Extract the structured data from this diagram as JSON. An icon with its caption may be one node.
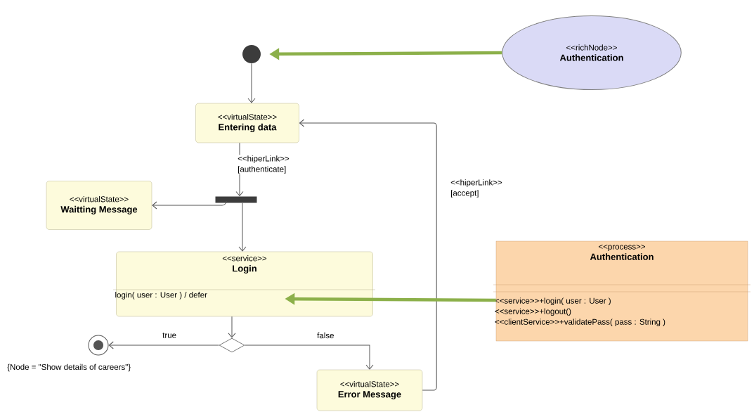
{
  "diagram": {
    "nodes": [
      {
        "text": [
          "<<richNode>>",
          "Authentication"
        ]
      },
      {
        "text": [],
        "shape": "circle"
      },
      {
        "text": [
          "<<virtualState>>",
          "Entering data"
        ]
      },
      {
        "text": [],
        "shape": "bar"
      },
      {
        "text": [
          "<<virtualState>>",
          "Waitting Message"
        ]
      },
      {
        "text": [
          "<<service>>",
          "Login",
          "login( user : User ) / defer"
        ]
      },
      {
        "text": [],
        "shape": "diamond"
      },
      {
        "text": [],
        "shape": "circle",
        "beside": [
          "{Node = \"Show details of careers\"}"
        ]
      },
      {
        "text": [
          "<<virtualState>>",
          "Error Message"
        ]
      },
      {
        "text": [
          "<<process>>",
          "Authentication",
          "<<service>>+login( user : User )",
          "<<service>>+logout()",
          "<<clientService>>+validatePass( pass : String )"
        ]
      }
    ],
    "edges": [
      {
        "from": 0,
        "to": 1,
        "arrow": "to",
        "style": "thick",
        "color": "#8cb04a"
      },
      {
        "from": 1,
        "to": 2,
        "arrow": "to"
      },
      {
        "from": 2,
        "to": 3,
        "arrow": "to",
        "label": "<<hiperLink>> [authenticate]"
      },
      {
        "from": 3,
        "to": 4,
        "arrow": "to"
      },
      {
        "from": 3,
        "to": 5,
        "arrow": "to"
      },
      {
        "from": 5,
        "to": 6,
        "arrow": "to"
      },
      {
        "from": 6,
        "to": 7,
        "arrow": "to",
        "label": "true"
      },
      {
        "from": 6,
        "to": 8,
        "arrow": "to",
        "label": "false"
      },
      {
        "from": 8,
        "to": 2,
        "arrow": "to",
        "label": "<<hiperLink>> [accept]"
      },
      {
        "from": 9,
        "to": 5,
        "arrow": "to",
        "style": "thick",
        "color": "#8cb04a"
      }
    ]
  }
}
